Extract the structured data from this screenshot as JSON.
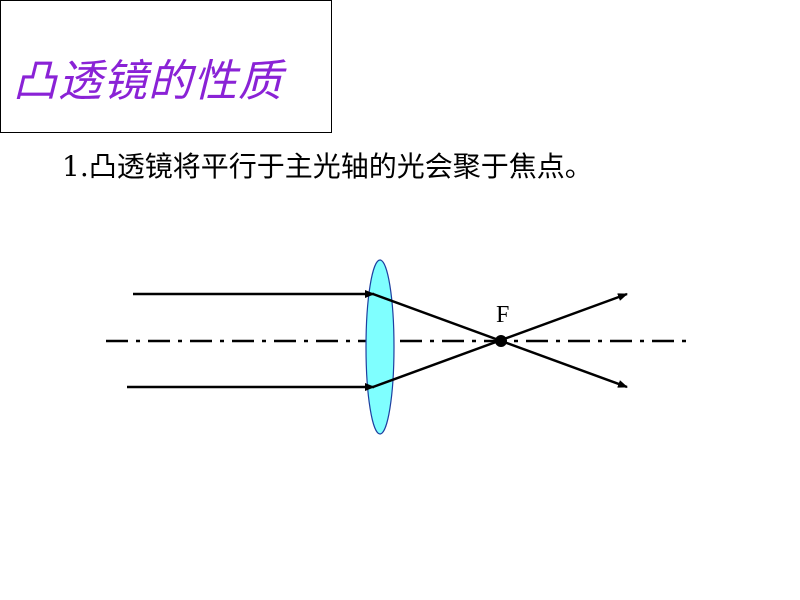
{
  "title": "凸透镜的性质",
  "statement": "1.凸透镜将平行于主光轴的光会聚于焦点。",
  "diagram": {
    "focus_label": "F"
  },
  "colors": {
    "title_text": "#8a22d6",
    "lens_fill": "#7fffff",
    "lens_stroke": "#1e3fa0",
    "rays": "#000000",
    "axis": "#000000"
  }
}
